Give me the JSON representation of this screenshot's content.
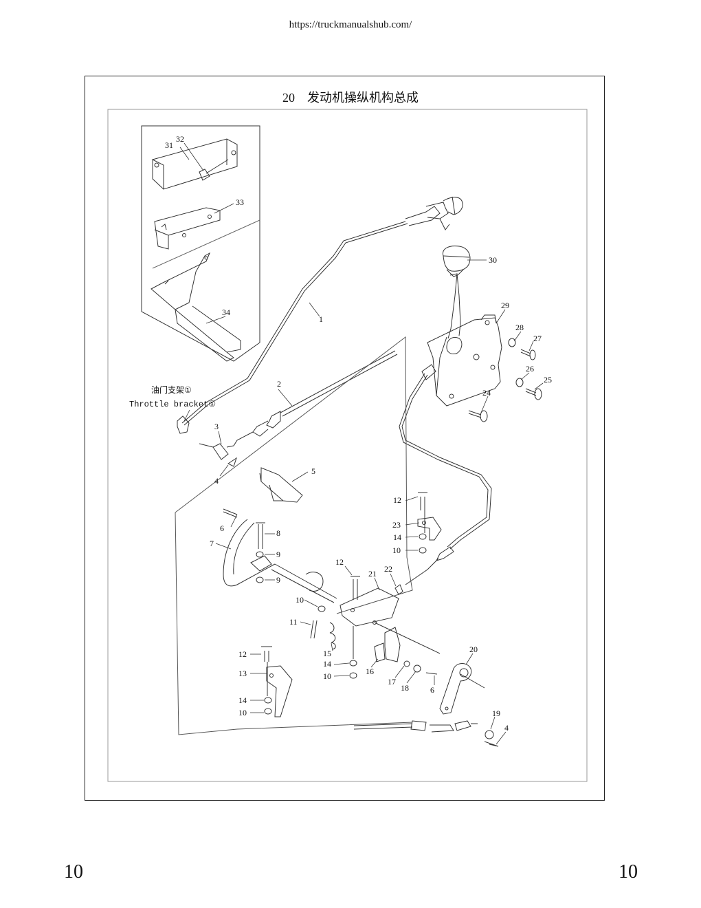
{
  "header": {
    "url": "https://truckmanualshub.com/"
  },
  "title": {
    "number": "20",
    "text": "发动机操纵机构总成"
  },
  "bracket_label": {
    "cn": "油门支架①",
    "en": "Throttle bracket①"
  },
  "page_numbers": {
    "left": "10",
    "right": "10"
  },
  "callouts": {
    "c1": "1",
    "c2": "2",
    "c3": "3",
    "c4a": "4",
    "c4b": "4",
    "c5": "5",
    "c6a": "6",
    "c6b": "6",
    "c7": "7",
    "c8": "8",
    "c9a": "9",
    "c9b": "9",
    "c10a": "10",
    "c10b": "10",
    "c10c": "10",
    "c10d": "10",
    "c11": "11",
    "c12a": "12",
    "c12b": "12",
    "c12c": "12",
    "c13": "13",
    "c14a": "14",
    "c14b": "14",
    "c14c": "14",
    "c15": "15",
    "c16": "16",
    "c17": "17",
    "c18": "18",
    "c19": "19",
    "c20": "20",
    "c21": "21",
    "c22": "22",
    "c23": "23",
    "c24": "24",
    "c25": "25",
    "c26": "26",
    "c27": "27",
    "c28": "28",
    "c29": "29",
    "c30": "30",
    "c31": "31",
    "c32": "32",
    "c33": "33",
    "c34": "34"
  }
}
